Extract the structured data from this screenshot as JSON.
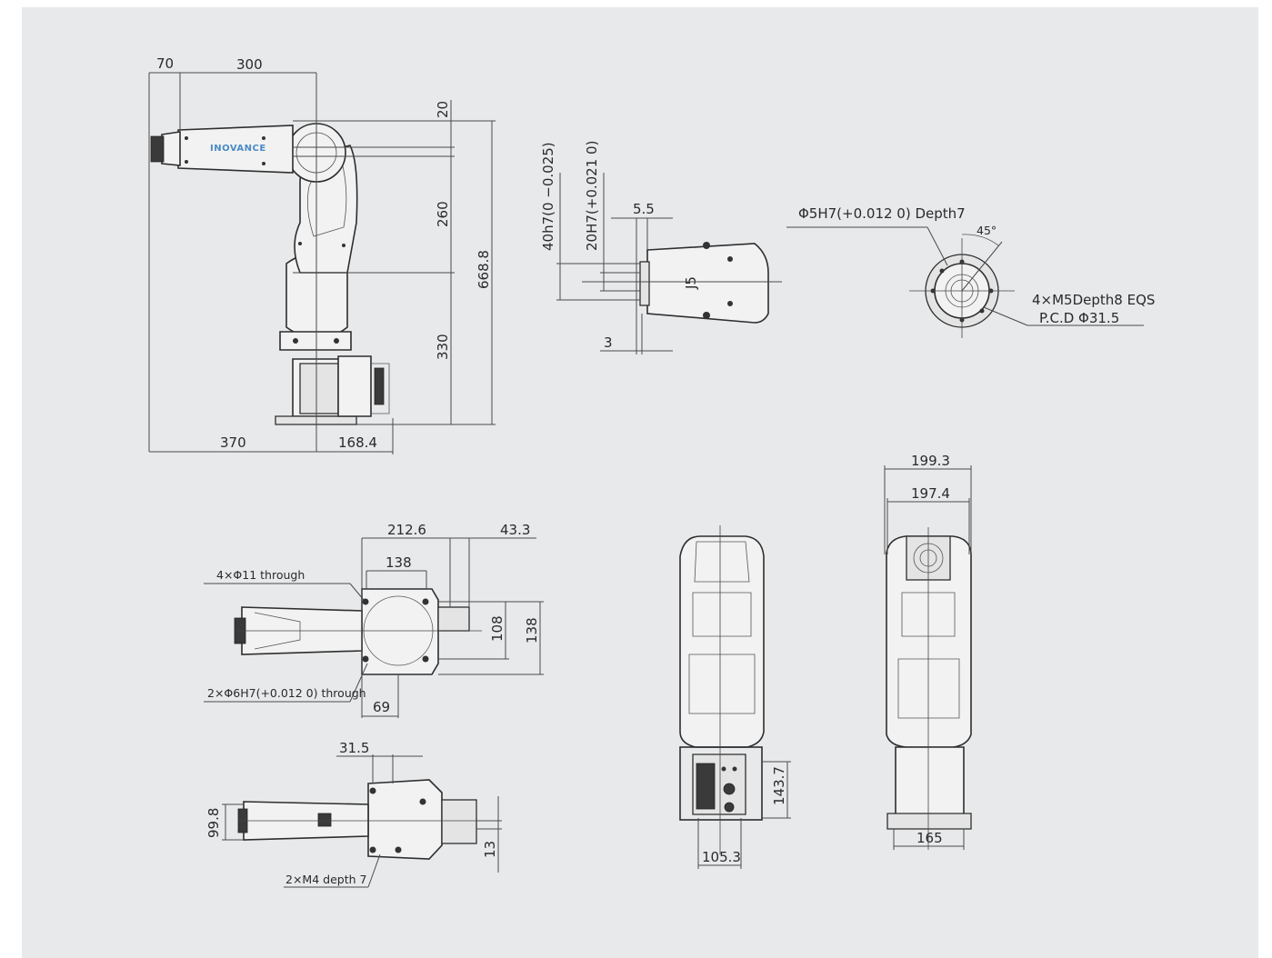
{
  "brand_logo": "INOVANCE",
  "side_view": {
    "dims": {
      "offset_top_left": "70",
      "upper_arm_length": "300",
      "top_offset": "20",
      "forearm_length": "260",
      "total_height": "668.8",
      "base_height": "330",
      "base_back": "370",
      "base_front": "168.4"
    }
  },
  "flange_side_detail": {
    "dims": {
      "shaft_dia": "40h7(0 −0.025)",
      "bore_dia": "20H7(+0.021 0)",
      "step": "5.5",
      "thickness": "3"
    },
    "joint_label": "J5"
  },
  "flange_face_detail": {
    "pin_hole": "Φ5H7(+0.012 0) Depth7",
    "angle": "45°",
    "thread_holes": "4×M5Depth8 EQS",
    "pcd": "P.C.D Φ31.5"
  },
  "top_view": {
    "dims": {
      "base_length": "212.6",
      "rear_offset": "43.3",
      "mount_pitch": "138",
      "mount_width_inner": "108",
      "mount_width_outer": "138",
      "front_offset": "69"
    },
    "notes": {
      "mount_holes": "4×Φ11 through",
      "pin_holes": "2×Φ6H7(+0.012 0) through"
    }
  },
  "bottom_top_view": {
    "dims": {
      "offset": "31.5",
      "tool_width": "99.8",
      "tool_offset": "13"
    },
    "notes": {
      "tool_holes": "2×M4 depth 7"
    }
  },
  "front_view": {
    "dims": {
      "connector_height": "143.7",
      "base_width": "105.3"
    }
  },
  "back_view": {
    "dims": {
      "overall_width": "199.3",
      "body_width": "197.4",
      "base_width": "165"
    }
  },
  "colors": {
    "sheet": "#e8e9ea",
    "brand_blue": "#4a8bc6",
    "line": "#2e2e2e"
  }
}
